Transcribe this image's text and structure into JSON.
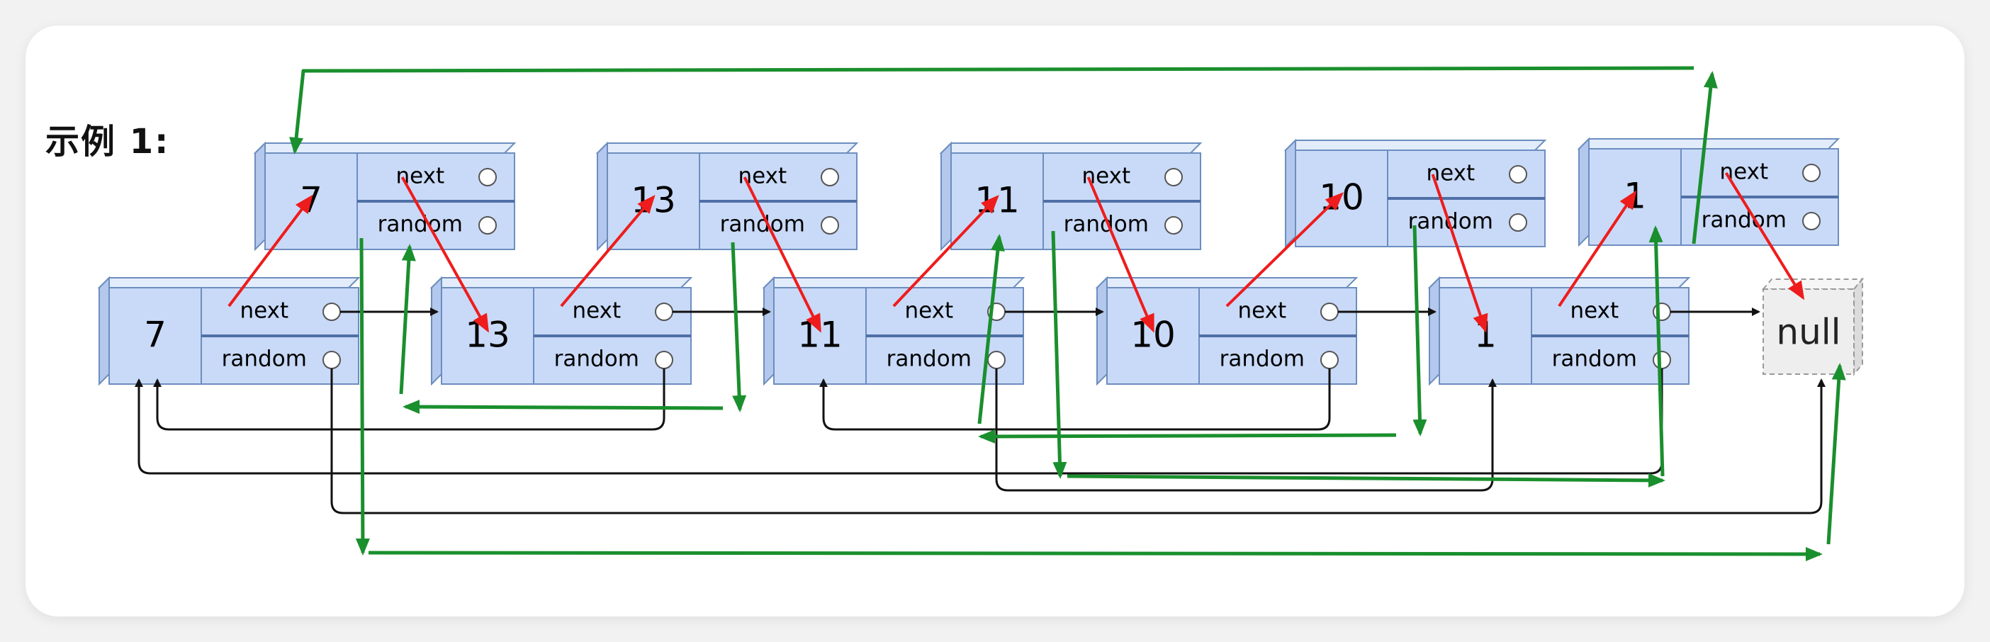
{
  "title": "示例 1:",
  "field_labels": {
    "next": "next",
    "random": "random"
  },
  "original_list": [
    "7",
    "13",
    "11",
    "10",
    "1"
  ],
  "copied_list": [
    "7",
    "13",
    "11",
    "10",
    "1"
  ],
  "null_label": "null",
  "colors": {
    "node_fill": "#c9daf8",
    "node_stroke": "#6c8ebf",
    "black_arrow": "#111111",
    "red_arrow": "#ee1c1c",
    "green_arrow": "#1a8f2d",
    "null_fill": "#eeeeee"
  }
}
